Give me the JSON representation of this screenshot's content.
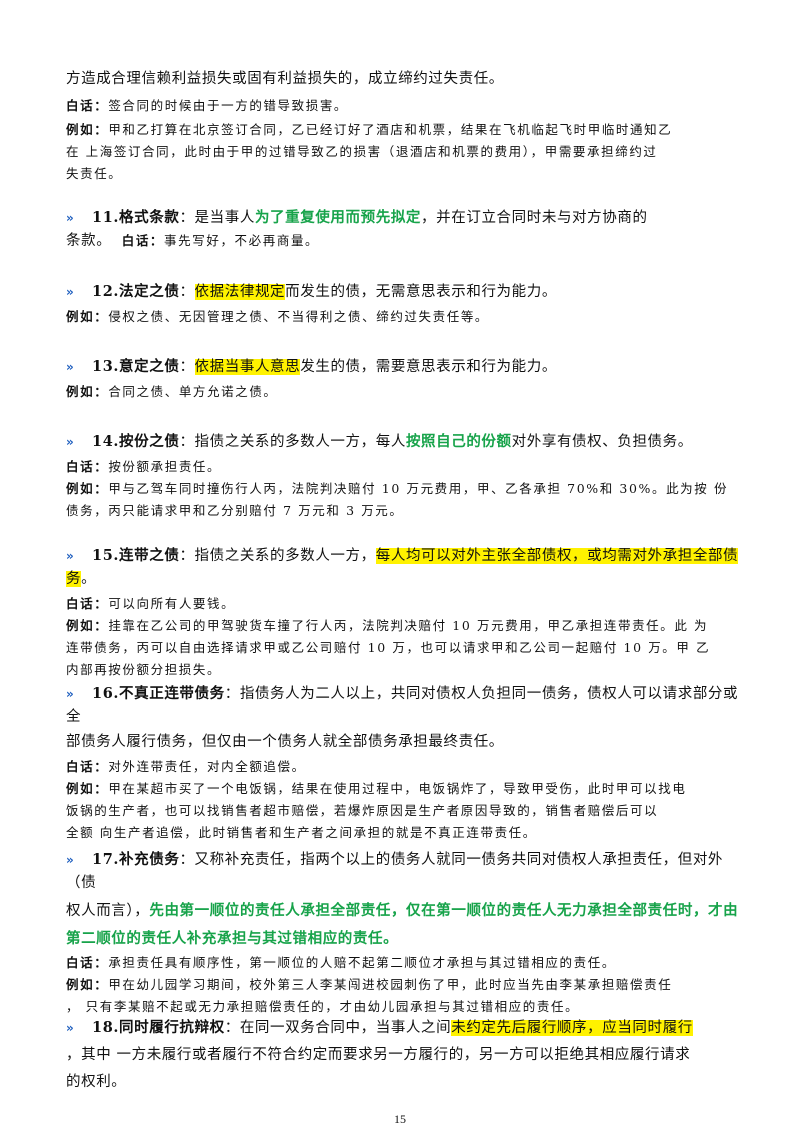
{
  "intro": {
    "line": "方造成合理信赖利益损失或固有利益损失的，成立缔约过失责任。",
    "baihua_label": "白话：",
    "baihua": "签合同的时候由于一方的错导致损害。",
    "example_label": "例如：",
    "example_1": "甲和乙打算在北京签订合同，乙已经订好了酒店和机票，结果在飞机临起飞时甲临时通知乙",
    "example_2": "在   上海签订合同，此时由于甲的过错导致乙的损害（退酒店和机票的费用），甲需要承担缔约过",
    "example_3": "失责任。"
  },
  "arrow": "»",
  "s11": {
    "term": "11.格式条款",
    "pre": "：是当事人",
    "green": "为了重复使用而预先拟定",
    "post": "，并在订立合同时未与对方协商的",
    "line2": "条款。",
    "baihua_label": "白话：",
    "baihua": "事先写好，不必再商量。"
  },
  "s12": {
    "term": "12.法定之债",
    "colon": "：",
    "hl": "依据法律规定",
    "post": "而发生的债，无需意思表示和行为能力。",
    "example_label": "例如：",
    "example": "侵权之债、无因管理之债、不当得利之债、缔约过失责任等。"
  },
  "s13": {
    "term": "13.意定之债",
    "colon": "：",
    "hl": "依据当事人意思",
    "post": "发生的债，需要意思表示和行为能力。",
    "example_label": "例如：",
    "example": "合同之债、单方允诺之债。"
  },
  "s14": {
    "term": "14.按份之债",
    "pre": "：指债之关系的多数人一方，每人",
    "green": "按照自己的份额",
    "post": "对外享有债权、负担债务。",
    "baihua_label": "白话：",
    "baihua": "按份额承担责任。",
    "example_label": "例如：",
    "example_1": "甲与乙驾车同时撞伤行人丙，法院判决赔付 10 万元费用，甲、乙各承担 70%和 30%。此为按 份",
    "example_2": "债务，丙只能请求甲和乙分别赔付 7 万元和 3 万元。"
  },
  "s15": {
    "term": "15.连带之债",
    "pre": "：指债之关系的多数人一方，",
    "hl": "每人均可以对外主张全部债权，或均需对外承担全部债务",
    "post": "。",
    "baihua_label": "白话：",
    "baihua": "可以向所有人要钱。",
    "example_label": "例如：",
    "example_1": "挂靠在乙公司的甲驾驶货车撞了行人丙，法院判决赔付 10 万元费用，甲乙承担连带责任。此 为",
    "example_2": "连带债务，丙可以自由选择请求甲或乙公司赔付 10 万，也可以请求甲和乙公司一起赔付 10 万。甲 乙",
    "example_3": "内部再按份额分担损失。"
  },
  "s16": {
    "term": "16.不真正连带债务",
    "line1": "：指债务人为二人以上，共同对债权人负担同一债务，债权人可以请求部分或全",
    "line2": "部债务人履行债务，但仅由一个债务人就全部债务承担最终责任。",
    "baihua_label": "白话：",
    "baihua": "对外连带责任，对内全额追偿。",
    "example_label": "例如：",
    "example_1": "甲在某超市买了一个电饭锅，结果在使用过程中，电饭锅炸了，导致甲受伤，此时甲可以找电",
    "example_2": "饭锅的生产者，也可以找销售者超市赔偿，若爆炸原因是生产者原因导致的，销售者赔偿后可以",
    "example_3": "全额  向生产者追偿，此时销售者和生产者之间承担的就是不真正连带责任。"
  },
  "s17": {
    "term": "17.补充债务",
    "line1": "：又称补充责任，指两个以上的债务人就同一债务共同对债权人承担责任，但对外（债",
    "line2_pre": "权人而言），",
    "green_1": "先由第一顺位的责任人承担全部责任，仅在第一顺位的责任人无力承担全部责任时，才由",
    "green_2": "第二顺位的责任人补充承担与其过错相应的责任。",
    "baihua_label": "白话：",
    "baihua": "承担责任具有顺序性，第一顺位的人赔不起第二顺位才承担与其过错相应的责任。",
    "example_label": "例如：",
    "example_1": "甲在幼儿园学习期间，校外第三人李某闯进校园刺伤了甲，此时应当先由李某承担赔偿责任",
    "example_2": "，  只有李某赔不起或无力承担赔偿责任的，才由幼儿园承担与其过错相应的责任。"
  },
  "s18": {
    "term": "18.同时履行抗辩权",
    "pre": "：在同一双务合同中，当事人之间",
    "hl": "未约定先后履行顺序，应当同时履行",
    "line2": "，其中 一方未履行或者履行不符合约定而要求另一方履行的，另一方可以拒绝其相应履行请求",
    "line3": "的权利。"
  },
  "page_number": "15"
}
